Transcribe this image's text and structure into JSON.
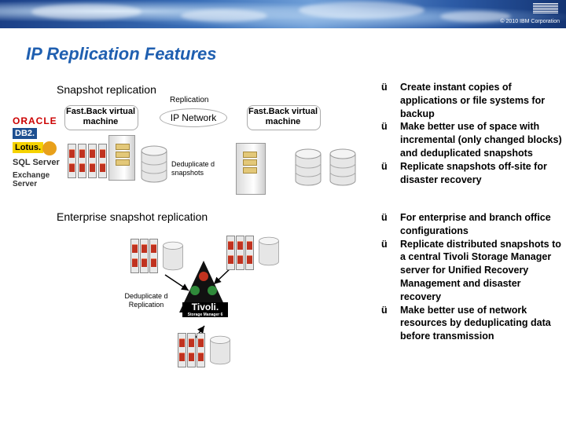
{
  "header": {
    "brand": "IBM",
    "copyright": "© 2010 IBM Corporation"
  },
  "title": "IP Replication Features",
  "diagram_top": {
    "heading": "Snapshot replication",
    "replication_label": "Replication",
    "left_vm": "Fast.Back virtual machine",
    "network": "IP Network",
    "right_vm": "Fast.Back virtual machine",
    "dedup_label": "Deduplicate d snapshots",
    "logos": [
      "ORACLE",
      "DB2.",
      "Lotus.",
      "SQL Server",
      "Exchange Server"
    ]
  },
  "diagram_bottom": {
    "heading": "Enterprise snapshot replication",
    "dedup_label": "Deduplicate d Replication",
    "tivoli_label": "Tivoli.",
    "tivoli_sub": "Storage Manager 6"
  },
  "bullets_top": [
    "Create instant copies of applications or file systems for backup",
    "Make better use of space with incremental (only changed blocks) and deduplicated snapshots",
    "Replicate snapshots off-site for disaster recovery"
  ],
  "bullets_bottom": [
    "For enterprise and branch office configurations",
    "Replicate distributed snapshots to a central Tivoli Storage Manager server for Unified Recovery Management and disaster recovery",
    "Make better use of network resources by deduplicating data before transmission"
  ],
  "check_glyph": "ü",
  "colors": {
    "title": "#1f5fb0",
    "banner": "#2c5ba6",
    "rack": "#c0321f"
  }
}
